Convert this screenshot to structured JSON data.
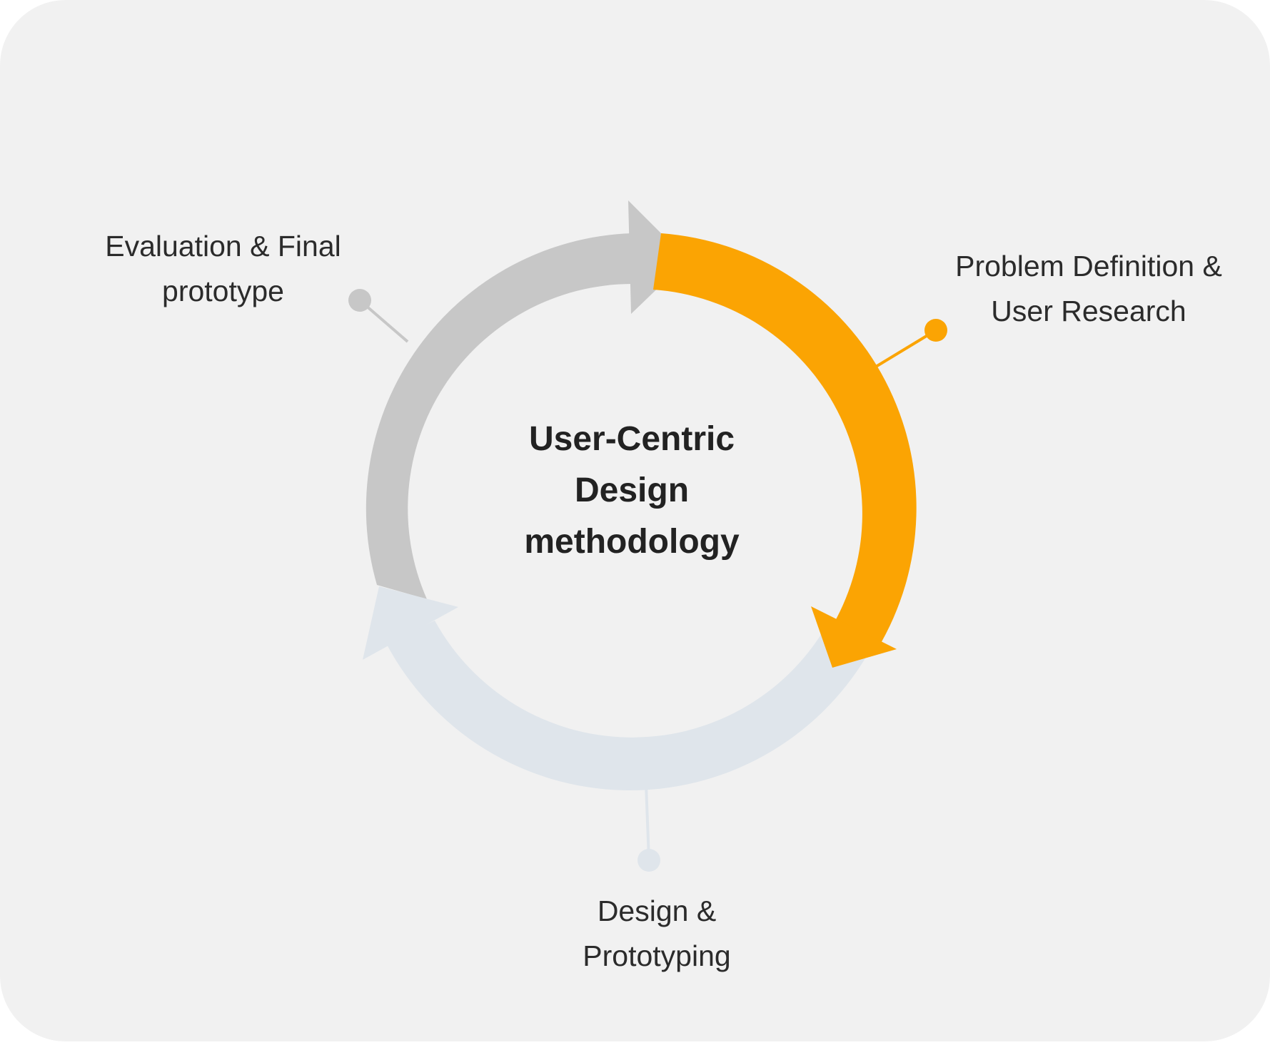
{
  "diagram": {
    "center_title": [
      "User-Centric",
      "Design",
      "methodology"
    ],
    "stages": [
      {
        "id": "problem-definition",
        "label_lines": [
          "Problem Definition &",
          "User Research"
        ],
        "color": "#fba403"
      },
      {
        "id": "design-prototyping",
        "label_lines": [
          "Design &",
          "Prototyping"
        ],
        "color": "#dfe5eb"
      },
      {
        "id": "evaluation",
        "label_lines": [
          "Evaluation & Final",
          "prototype"
        ],
        "color": "#c7c7c7"
      }
    ],
    "colors": {
      "background": "#f1f1f1",
      "text": "#2b2b2b"
    }
  }
}
